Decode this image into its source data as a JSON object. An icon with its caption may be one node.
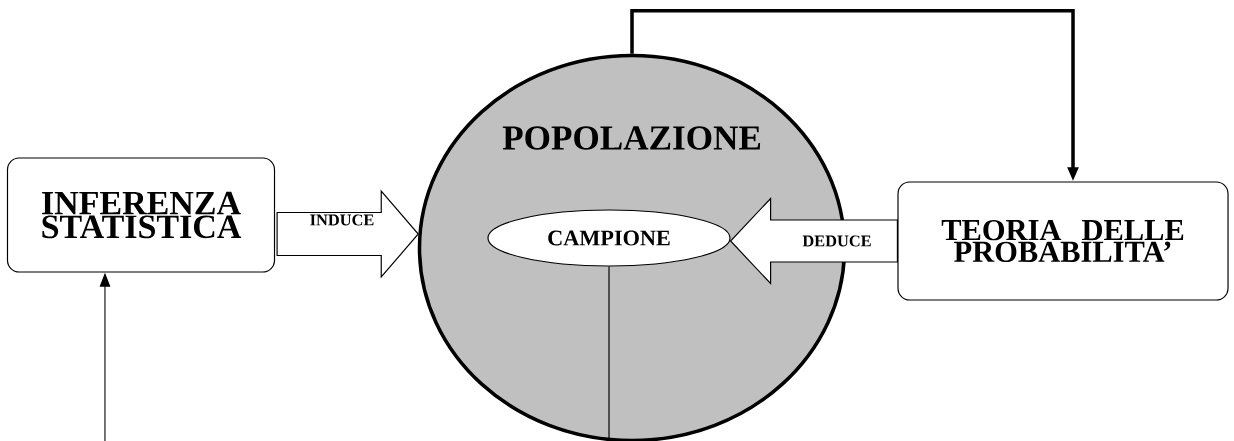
{
  "diagram": {
    "nodes": [
      {
        "text": [
          "INFERENZA STATISTICA"
        ]
      },
      {
        "text": [
          "POPOLAZIONE"
        ]
      },
      {
        "text": [
          "CAMPIONE"
        ],
        "in": 1
      },
      {
        "text": [
          "TEORIA DELLE PROBABILITA’"
        ]
      }
    ],
    "edges": [
      {
        "from": 0,
        "to": 1,
        "arrow": "to",
        "label": "INDUCE"
      },
      {
        "from": 3,
        "to": 2,
        "arrow": "to",
        "label": "DEDUCE"
      },
      {
        "from": 1,
        "to": 3,
        "arrow": "to",
        "style": "thick"
      },
      {
        "from": null,
        "to": 0,
        "arrow": "to"
      },
      {
        "from": 2,
        "to": null,
        "arrow": "none"
      }
    ]
  }
}
